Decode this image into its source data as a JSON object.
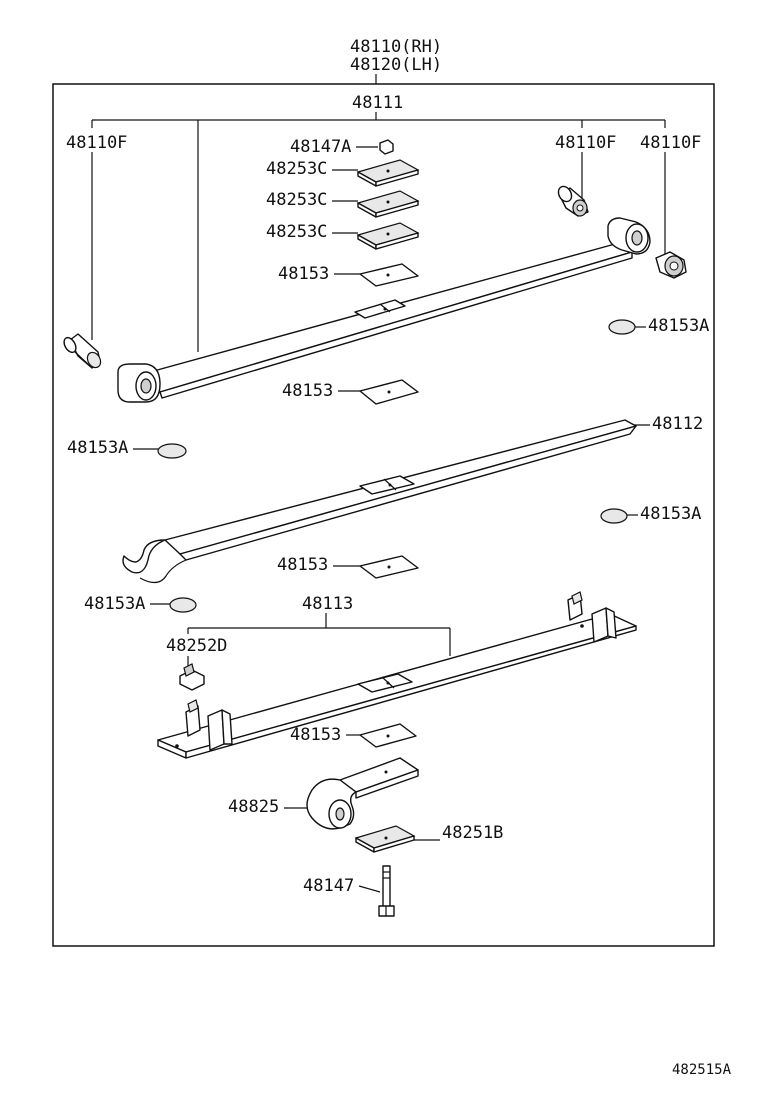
{
  "header": {
    "part_rh": "48110(RH)",
    "part_lh": "48120(LH)"
  },
  "labels": {
    "p48111": "48111",
    "p48110F_left": "48110F",
    "p48110F_mid": "48110F",
    "p48110F_right": "48110F",
    "p48147A": "48147A",
    "p48253C_1": "48253C",
    "p48253C_2": "48253C",
    "p48253C_3": "48253C",
    "p48153_1": "48153",
    "p48153A_1": "48153A",
    "p48153_2": "48153",
    "p48153A_2": "48153A",
    "p48112": "48112",
    "p48153A_3": "48153A",
    "p48153_3": "48153",
    "p48153A_4": "48153A",
    "p48113": "48113",
    "p48252D": "48252D",
    "p48153_4": "48153",
    "p48825": "48825",
    "p48251B": "48251B",
    "p48147": "48147"
  },
  "footer": {
    "diagram_code": "482515A"
  }
}
